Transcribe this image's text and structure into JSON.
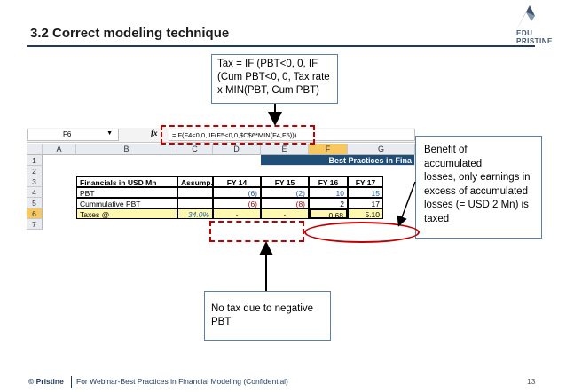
{
  "header": {
    "title": "3.2 Correct modeling technique",
    "logo_text": "EDU PRISTINE"
  },
  "callouts": {
    "top": [
      "Tax = IF (PBT<0, 0, IF",
      "(Cum PBT<0, 0, Tax rate",
      "x MIN(PBT, Cum PBT)"
    ],
    "right": [
      "Benefit of",
      "accumulated",
      "losses, only earnings in",
      "excess of accumulated",
      "losses (= USD 2 Mn) is",
      "taxed"
    ],
    "bottom": [
      "No tax due to negative",
      "PBT"
    ]
  },
  "sheet": {
    "name_box": "F6",
    "fx": "fx",
    "formula": "=IF(F4<0,0, IF(F5<0,0,$C$6*MIN(F4,F5)))",
    "columns": [
      "A",
      "B",
      "C",
      "D",
      "E",
      "F",
      "G"
    ],
    "rows": [
      "1",
      "2",
      "3",
      "4",
      "5",
      "6",
      "7"
    ],
    "banner": "Best Practices in Fina",
    "table_header": [
      "Financials in USD Mn",
      "Assump.",
      "FY 14",
      "FY 15",
      "FY 16",
      "FY 17"
    ],
    "r4": [
      "PBT",
      "",
      "(6)",
      "(2)",
      "10",
      "15"
    ],
    "r5": [
      "Cummulative PBT",
      "",
      "(6)",
      "(8)",
      "2",
      "17"
    ],
    "r6": [
      "Taxes @",
      "34.0%",
      "-",
      "-",
      "0.68",
      "5.10"
    ]
  },
  "footer": {
    "brand": "© Pristine",
    "text": "For Webinar-Best Practices in Financial Modeling (Confidential)",
    "page": "13"
  },
  "colors": {
    "accent": "#1f4e79",
    "highlight": "#fff8b0",
    "annotation": "#c00000",
    "selection": "#f6c85f"
  }
}
